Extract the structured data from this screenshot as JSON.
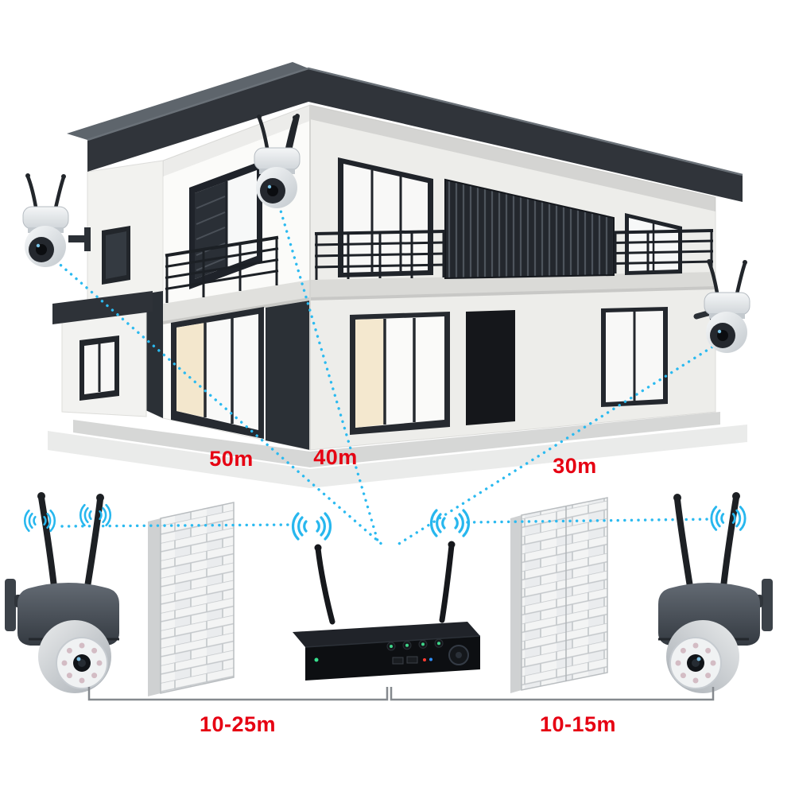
{
  "scene": {
    "description": "Wireless security camera system transmission range diagram",
    "background": "#ffffff"
  },
  "colors": {
    "label_red": "#e60012",
    "signal_blue": "#2bbaf0",
    "roof_dark": "#30343a",
    "wall_white": "#fbfbf9",
    "device_black": "#15181c",
    "brick_mortar": "#c3c7ca"
  },
  "annotations": {
    "camera_left_range": "50m",
    "camera_center_range": "40m",
    "camera_right_range": "30m",
    "span_left": "10-25m",
    "span_right": "10-15m"
  },
  "objects": {
    "house": "two-story modern house",
    "house_cameras": [
      "ptz-camera-left",
      "ptz-camera-top",
      "ptz-camera-right"
    ],
    "ground_cameras": [
      "ptz-camera-ground-left",
      "ptz-camera-ground-right"
    ],
    "recorder": "wireless NVR with two antennas",
    "walls": [
      "brick-wall-left",
      "brick-wall-right"
    ],
    "wifi_icon_count": 5
  }
}
